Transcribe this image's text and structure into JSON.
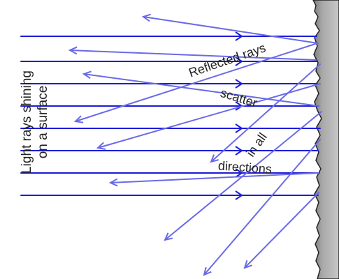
{
  "labels": {
    "incident_line1": "Light rays shining",
    "incident_line2": "on a surface",
    "reflected_1": "Reflected rays",
    "reflected_2": "scatter",
    "reflected_3": "in all",
    "reflected_4": "directions"
  },
  "colors": {
    "incident_ray": "#1c1cd8",
    "reflected_ray": "#6a6ae8",
    "surface_fill": "#9c9c9c",
    "surface_edge": "#222222",
    "text": "#222222"
  },
  "incident_ray_count": 8,
  "reflected_ray_count": 10
}
